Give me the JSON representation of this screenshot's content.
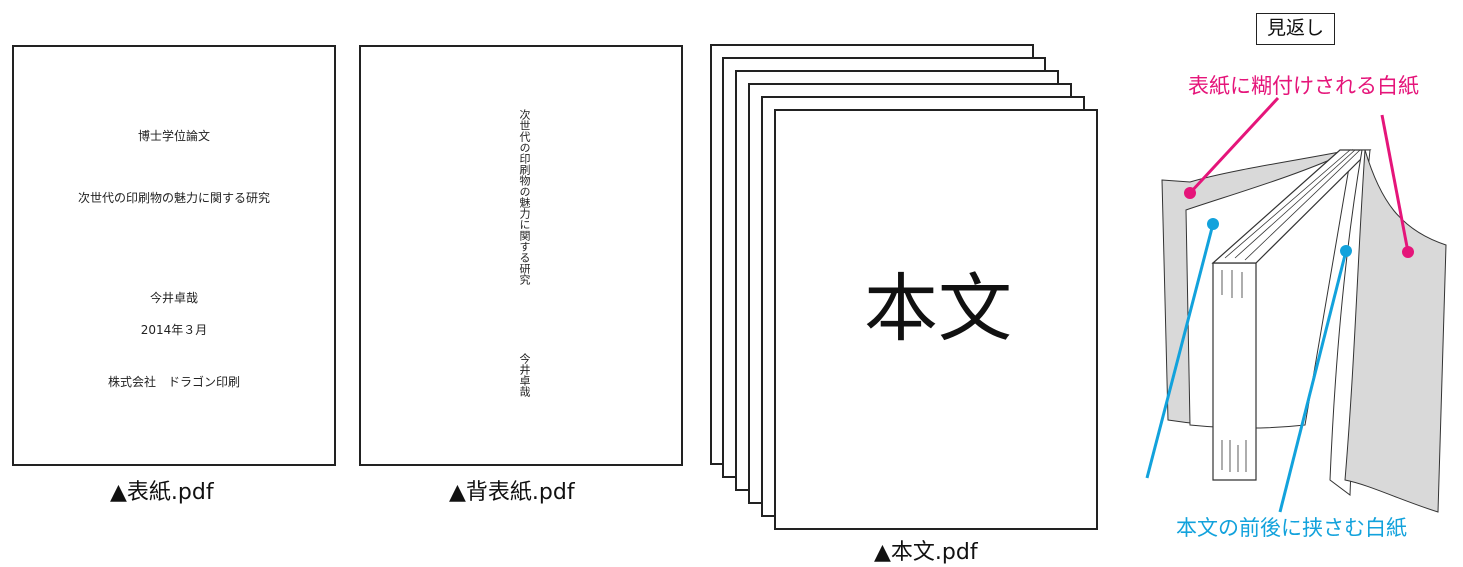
{
  "cover": {
    "line1": "博士学位論文",
    "line2": "次世代の印刷物の魅力に関する研究",
    "author": "今井卓哉",
    "date": "2014年３月",
    "company": "株式会社　ドラゴン印刷",
    "caption": "▲表紙.pdf"
  },
  "spine": {
    "title": "次世代の印刷物の魅力に関する研究",
    "author": "今井卓哉",
    "caption": "▲背表紙.pdf"
  },
  "body": {
    "label": "本文",
    "caption": "▲本文.pdf"
  },
  "endpaper": {
    "title": "見返し",
    "pasted_label": "表紙に糊付けされる白紙",
    "inserted_label": "本文の前後に挟さむ白紙",
    "colors": {
      "pink": "#e5157a",
      "blue": "#12a2dc",
      "sheet": "#d9d9d9"
    }
  }
}
